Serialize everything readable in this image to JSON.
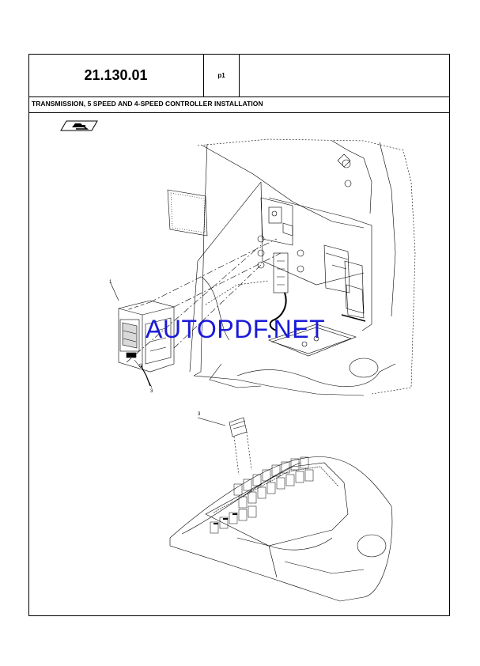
{
  "header": {
    "code": "21.130.01",
    "page": "p1"
  },
  "title": "TRANSMISSION, 5 SPEED AND 4-SPEED CONTROLLER INSTALLATION",
  "reference_icon": "parts-reference-icon",
  "watermark": "AUTOPDF.NET",
  "callouts": [
    "1",
    "3",
    "3"
  ]
}
